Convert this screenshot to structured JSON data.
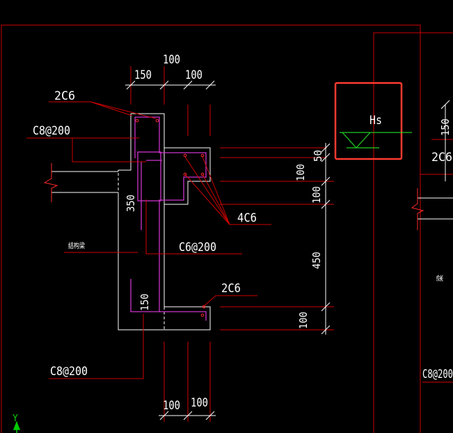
{
  "dimensions": {
    "top_total": "100",
    "top_left": "150",
    "top_right": "100",
    "right_50": "50",
    "right_100a": "100",
    "right_100b": "100",
    "right_450": "450",
    "right_100c": "100",
    "left_350": "350",
    "bottom_150": "150",
    "bottom_left": "100",
    "bottom_right": "100",
    "far_right_150": "150"
  },
  "labels": {
    "rebar_top": "2C6",
    "rebar_c8_top": "C8@200",
    "rebar_mid": "4C6",
    "stirrup": "C6@200",
    "rebar_bottom": "2C6",
    "rebar_c8_bottom": "C8@200",
    "right_2c6": "2C6",
    "right_c8": "C8@200",
    "left_note": "结构梁",
    "right_note": "梁"
  },
  "level_mark": {
    "text": "Hs"
  },
  "axis": {
    "y": "Y"
  },
  "colors": {
    "background": "#000000",
    "frame": "#d10000",
    "concrete": "#ffffff",
    "rebar": "#ff2a2a",
    "stirrup": "#cc33cc",
    "dimension": "#ffffff",
    "highlight": "#ff3b30",
    "level": "#22cc22",
    "axis": "#00cc00"
  }
}
